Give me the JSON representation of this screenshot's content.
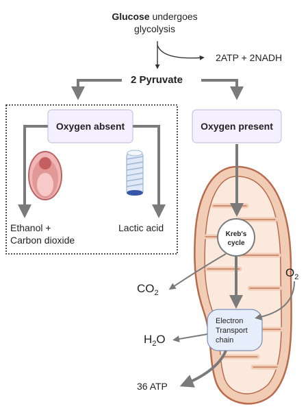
{
  "glucose": {
    "bold": "Glucose",
    "rest": " undergoes",
    "line2": "glycolysis"
  },
  "glycolysis_yield": "2ATP + 2NADH",
  "pyruvate": "2 Pyruvate",
  "oxygen_absent": "Oxygen absent",
  "oxygen_present": "Oxygen present",
  "anaerobic_products": {
    "yeast_line1": "Ethanol +",
    "yeast_line2": "Carbon dioxide",
    "muscle": "Lactic acid"
  },
  "krebs": {
    "line1": "Kreb's",
    "line2": "cycle"
  },
  "etc": {
    "line1": "Electron",
    "line2": "Transport",
    "line3": "chain"
  },
  "co2": {
    "main": "CO",
    "sub": "2"
  },
  "o2": {
    "main": "O",
    "sub": "2"
  },
  "h2o": {
    "main": "H",
    "sub": "2",
    "tail": "O"
  },
  "atp": "36 ATP",
  "colors": {
    "red_label": "#d8324a",
    "blue_label": "#3a5fb8",
    "arrow": "#7a7a7a",
    "mito_outer": "#f2cdb6",
    "mito_border": "#b86a4c"
  }
}
